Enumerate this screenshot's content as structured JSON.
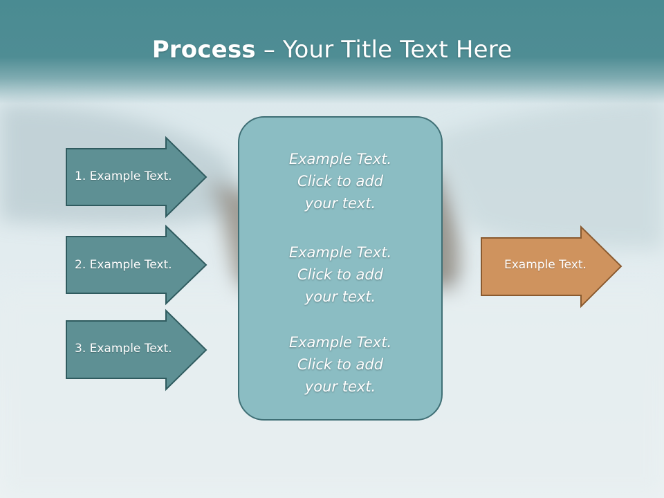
{
  "slide": {
    "title_bold": "Process",
    "title_rest": " – Your Title Text Here"
  },
  "left_arrows": [
    {
      "label": "1. Example Text."
    },
    {
      "label": "2. Example Text."
    },
    {
      "label": "3. Example Text."
    }
  ],
  "center_box": {
    "paragraphs": [
      {
        "line1": "Example Text.",
        "line2": "Click  to add",
        "line3": "your text."
      },
      {
        "line1": "Example Text.",
        "line2": "Click  to add",
        "line3": "your text."
      },
      {
        "line1": "Example Text.",
        "line2": "Click  to add",
        "line3": "your text."
      }
    ]
  },
  "right_arrow": {
    "label": "Example Text."
  },
  "colors": {
    "header_teal": "#4a8b92",
    "left_arrow_fill": "#5e9094",
    "left_arrow_stroke": "#2f5b5f",
    "center_box_fill": "#8bbdc3",
    "right_arrow_fill": "#cf935e",
    "right_arrow_stroke": "#8a5a2f"
  }
}
